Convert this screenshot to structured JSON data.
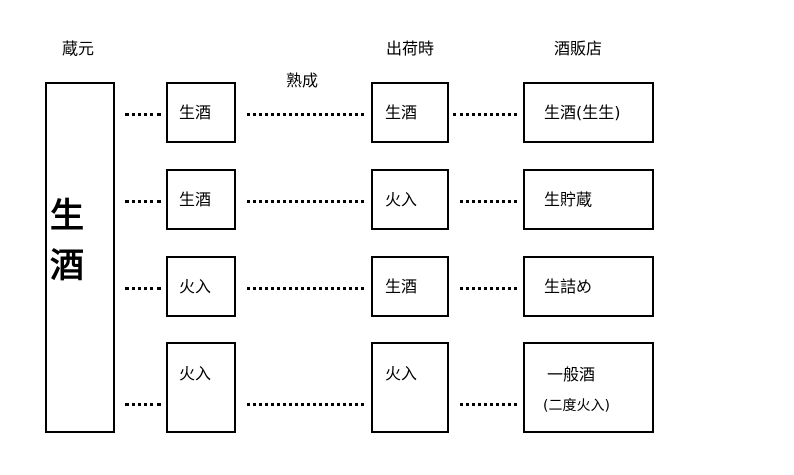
{
  "headers": {
    "brewery": "蔵元",
    "aging": "熟成",
    "shipping": "出荷時",
    "retail": "酒販店"
  },
  "source": {
    "char1": "生",
    "char2": "酒"
  },
  "rows": [
    {
      "before_aging": "生酒",
      "at_shipping": "生酒",
      "result": "生酒(生生)"
    },
    {
      "before_aging": "生酒",
      "at_shipping": "火入",
      "result": "生貯蔵"
    },
    {
      "before_aging": "火入",
      "at_shipping": "生酒",
      "result": "生詰め"
    },
    {
      "before_aging": "火入",
      "at_shipping": "火入",
      "result": "一般酒",
      "result_note": "(二度火入)"
    }
  ]
}
